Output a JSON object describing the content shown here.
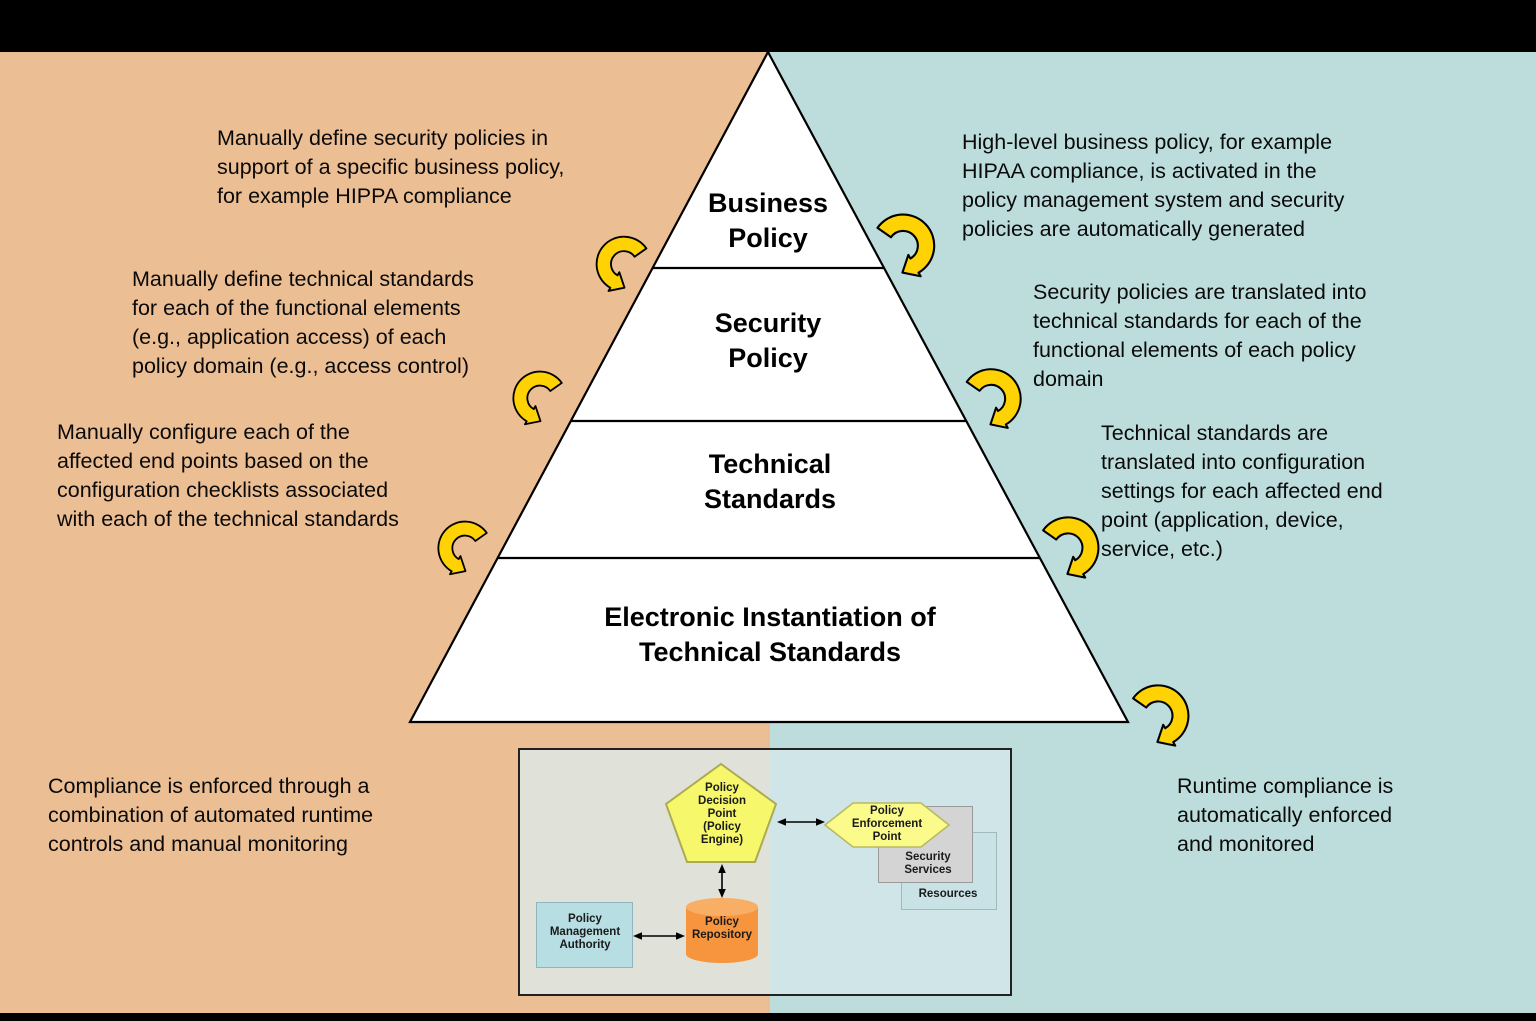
{
  "colors": {
    "left_background": "#ECBE94",
    "right_background": "#BDDDDD",
    "pyramid_fill": "#FFFFFF",
    "outline": "#000000",
    "cycle_arrow_yellow": "#FFD204",
    "pentagon_yellow": "#F6F76B",
    "hexagon_yellow": "#FBFB8B",
    "repository_orange": "#F6953E",
    "repository_orange_top": "#F9AE65",
    "management_authority_blue": "#B7DEE3",
    "security_services_gray": "#D4D4D4",
    "resources_blue": "#C9E2E5"
  },
  "pyramid": {
    "levels": [
      {
        "label": "Business\nPolicy"
      },
      {
        "label": "Security\nPolicy"
      },
      {
        "label": "Technical\nStandards"
      },
      {
        "label": "Electronic Instantiation of\nTechnical Standards"
      }
    ]
  },
  "annotations": {
    "left": [
      {
        "text": "Manually define security policies in\nsupport of a specific business policy,\nfor example HIPPA compliance"
      },
      {
        "text": "Manually define technical standards\nfor each of the functional elements\n(e.g., application access) of each\npolicy domain (e.g., access control)"
      },
      {
        "text": "Manually configure each of the\naffected end points based on the\nconfiguration checklists associated\nwith each of the technical standards"
      },
      {
        "text": "Compliance is enforced through a\ncombination of automated runtime\ncontrols and manual monitoring"
      }
    ],
    "right": [
      {
        "text": "High-level business policy, for example\nHIPAA compliance, is activated in the\npolicy management system and security\npolicies are automatically generated"
      },
      {
        "text": "Security policies are translated into\ntechnical standards for each of the\nfunctional elements of each policy\ndomain"
      },
      {
        "text": "Technical standards are\ntranslated into configuration\nsettings for each affected end\npoint (application, device,\nservice, etc.)"
      },
      {
        "text": "Runtime compliance is\nautomatically enforced\nand monitored"
      }
    ]
  },
  "flow_diagram": {
    "policy_decision_point": "Policy\nDecision\nPoint\n(Policy\nEngine)",
    "policy_enforcement_point": "Policy\nEnforcement\nPoint",
    "security_services": "Security Services",
    "resources": "Resources",
    "policy_management_authority": "Policy\nManagement\nAuthority",
    "policy_repository": "Policy\nRepository"
  }
}
